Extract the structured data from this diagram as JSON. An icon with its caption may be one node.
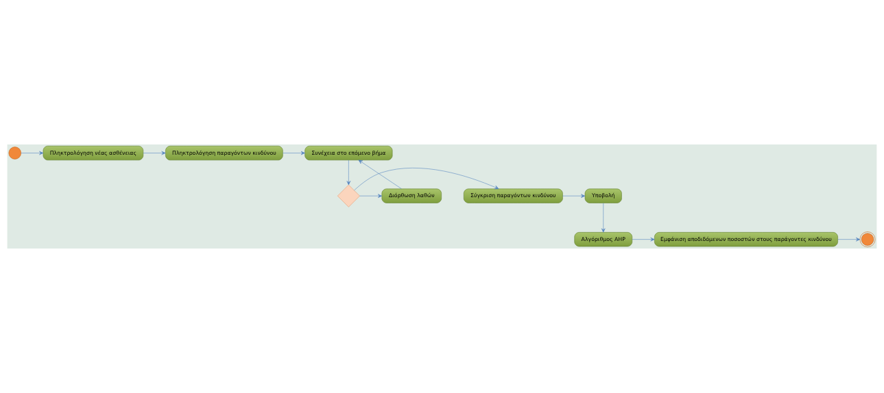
{
  "diagram": {
    "nodes": [
      {
        "text": [],
        "shape": "circle"
      },
      {
        "text": [
          "Πληκτρολόγηση νέας ασθένειας"
        ]
      },
      {
        "text": [
          "Πληκτρολόγηση παραγόντων κινδύνου"
        ]
      },
      {
        "text": [
          "Συνέχεια στο επόμενο βήμα"
        ]
      },
      {
        "text": [
          "Υποβολή"
        ]
      },
      {
        "text": [
          "Σύγκριση παραγόντων κινδύνου"
        ]
      },
      {
        "text": [],
        "shape": "diamond"
      },
      {
        "text": [
          "Διόρθωση λαθών"
        ]
      },
      {
        "text": [
          "Αλγόριθμος AHP"
        ]
      },
      {
        "text": [
          "Εμφάνιση αποδιδόμενων ποσοστών στους παράγοντες κινδύνου"
        ]
      },
      {
        "text": [],
        "shape": "circle"
      }
    ],
    "edges": [
      {
        "from": 0,
        "to": 1,
        "arrow": "to"
      },
      {
        "from": 1,
        "to": 2,
        "arrow": "to"
      },
      {
        "from": 2,
        "to": 3,
        "arrow": "to"
      },
      {
        "from": 3,
        "to": 6,
        "arrow": "to"
      },
      {
        "from": 6,
        "to": 5,
        "arrow": "to"
      },
      {
        "from": 6,
        "to": 7,
        "arrow": "to"
      },
      {
        "from": 7,
        "to": 3,
        "arrow": "to"
      },
      {
        "from": 5,
        "to": 4,
        "arrow": "to"
      },
      {
        "from": 4,
        "to": 8,
        "arrow": "to"
      },
      {
        "from": 8,
        "to": 9,
        "arrow": "to"
      },
      {
        "from": 9,
        "to": 10,
        "arrow": "to"
      }
    ]
  }
}
